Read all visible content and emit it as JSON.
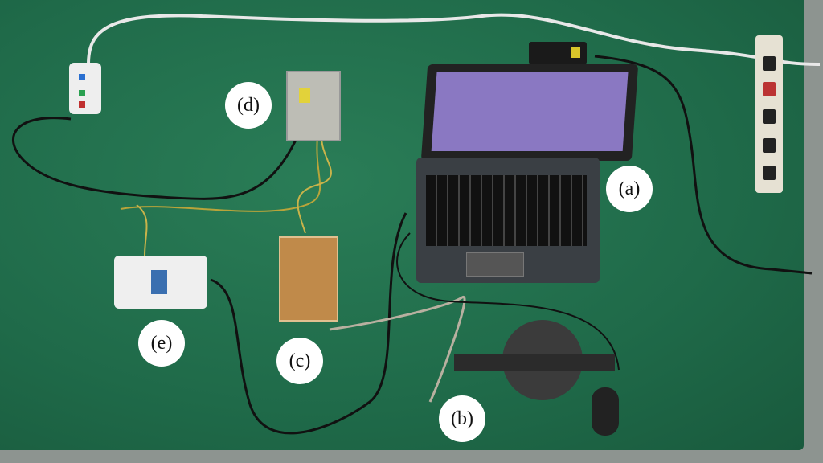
{
  "labels": {
    "a": "(a)",
    "b": "(b)",
    "c": "(c)",
    "d": "(d)",
    "e": "(e)"
  },
  "colors": {
    "mat": "#1f6a49",
    "label_bg": "#ffffff"
  }
}
